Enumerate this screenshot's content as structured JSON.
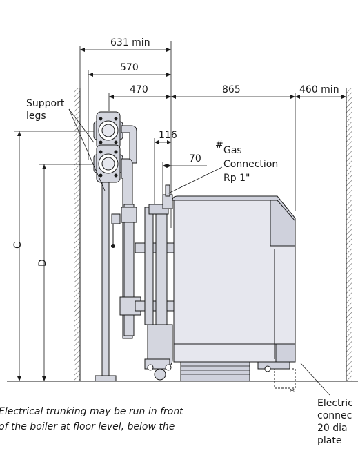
{
  "dimensions": {
    "d631": "631 min",
    "d570": "570",
    "d470": "470",
    "d865": "865",
    "d460": "460 min",
    "d116": "116",
    "d70": "70"
  },
  "labels": {
    "support_line1": "Support",
    "support_line2": "legs",
    "gas_hash": "#",
    "gas_line1": "Gas",
    "gas_line2": "Connection",
    "gas_line3": "Rp 1\"",
    "dim_c": "C",
    "dim_d": "D",
    "asterisk": "*",
    "elec_line1": "Electric",
    "elec_line2": "connec",
    "elec_line3": "20 dia",
    "elec_line4": "plate"
  },
  "note": {
    "line1": "Electrical trunking may be run in front",
    "line2": "of the boiler at floor level, below the"
  },
  "colors": {
    "boiler_fill": "#e6e7ee",
    "boiler_shade": "#cfd1dc",
    "pipe_fill": "#d4d6df",
    "wall_hatch": "#6a6a6a"
  }
}
